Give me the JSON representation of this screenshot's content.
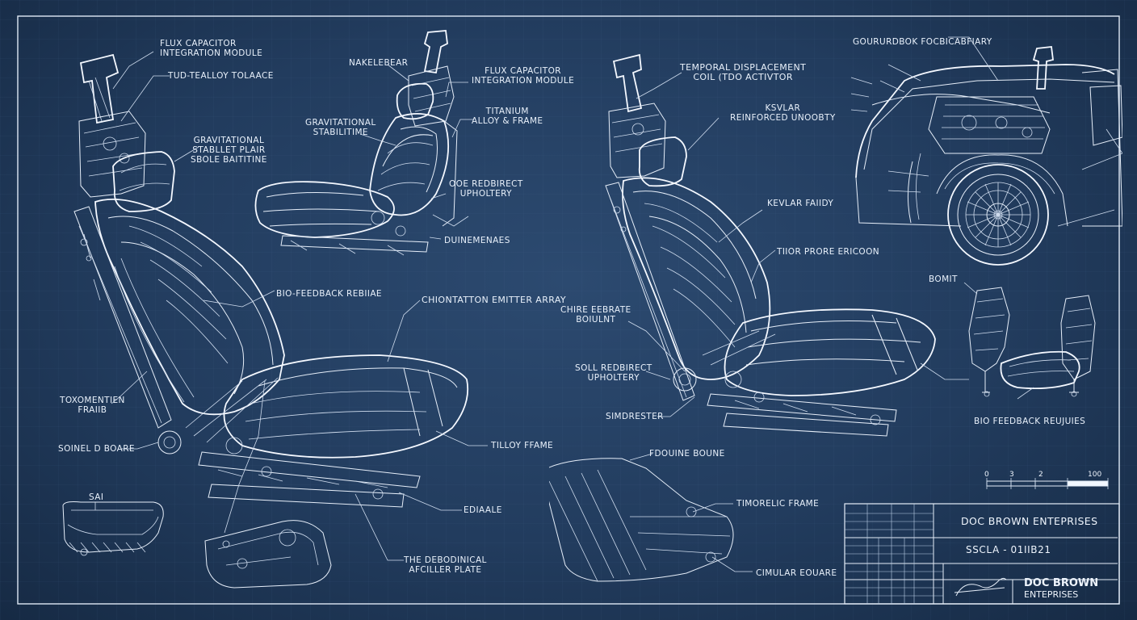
{
  "labels": {
    "flux_capacitor_1": [
      "FLUX CAPACITOR",
      "INTEGRATION MODULE"
    ],
    "tud_tealloy": [
      "TUD-TEALLOY TOLAACE"
    ],
    "gravitational_1": [
      "GRAVITATIONAL",
      "STABLLET PLAIR",
      "SBOLE BAITITINE"
    ],
    "bio_feedback_1": [
      "BIO-FEEDBACK REBIIAE"
    ],
    "orientation_array": [
      "CHIONTATTON EMITTER ARRAY"
    ],
    "toxomentien": [
      "TOXOMENTIEN",
      "FRAIIB"
    ],
    "soinel": [
      "SOINEL D BOARE"
    ],
    "tilloy_frame": [
      "TILLOY FFAME"
    ],
    "sai": [
      "SAI"
    ],
    "ediaale": [
      "EDIAALE"
    ],
    "the_debodinical": [
      "THE DEBODINICAL",
      "AFCILLER PLATE"
    ],
    "nakelebear": [
      "NAKELEBEAR"
    ],
    "flux_capacitor_2": [
      "FLUX CAPACITOR",
      "INTEGRATION MODULE"
    ],
    "gravitational_2": [
      "GRAVITATIONAL",
      "STABILITIME"
    ],
    "titanium": [
      "TITANIUM",
      "ALLOY & FRAME"
    ],
    "ooe_redbirect": [
      "OOE REDBIRECT",
      "UPHOLTERY"
    ],
    "duinemenaes": [
      "DUINEMENAES"
    ],
    "temporal_displacement": [
      "TEMPORAL DISPLACEMENT",
      "COIL (TDO ACTIVTOR"
    ],
    "kevlar_reinforced": [
      "KSVLAR",
      "REINFORCED UNOOBTY"
    ],
    "kevlar_fairy": [
      "KEVLAR FAIIDY"
    ],
    "tior_proreeicon": [
      "TIIOR PRORE ERICOON"
    ],
    "chirebebrate": [
      "CHIRE EEBRATE",
      "BOIULNT"
    ],
    "soll_redbirect": [
      "SOLL REDBIRECT",
      "UPHOLTERY"
    ],
    "simdrester": [
      "SIMDRESTER"
    ],
    "fdouine_boune": [
      "FDOUINE BOUNE"
    ],
    "timorelic_frame": [
      "TIMORELIC FRAME"
    ],
    "cimular": [
      "CIMULAR EOUARE"
    ],
    "goururdbok": [
      "GOURURDBOK FOCBICABFIARY"
    ],
    "bomit": [
      "BOMIT"
    ],
    "bio_feedback_2": [
      "BIO FEEDBACK REUJUIES"
    ]
  },
  "scale_bar": {
    "ticks": [
      "0",
      "3",
      "2",
      "100"
    ]
  },
  "title_block": {
    "company": "DOC BROWN ENTEPRISES",
    "sheet_code": "SSCLA - 01IIB21",
    "logo_line1": "DOC BROWN",
    "logo_line2": "ENTEPRISES"
  },
  "colors": {
    "background": "#223c5e",
    "line": "#e6eef9"
  }
}
